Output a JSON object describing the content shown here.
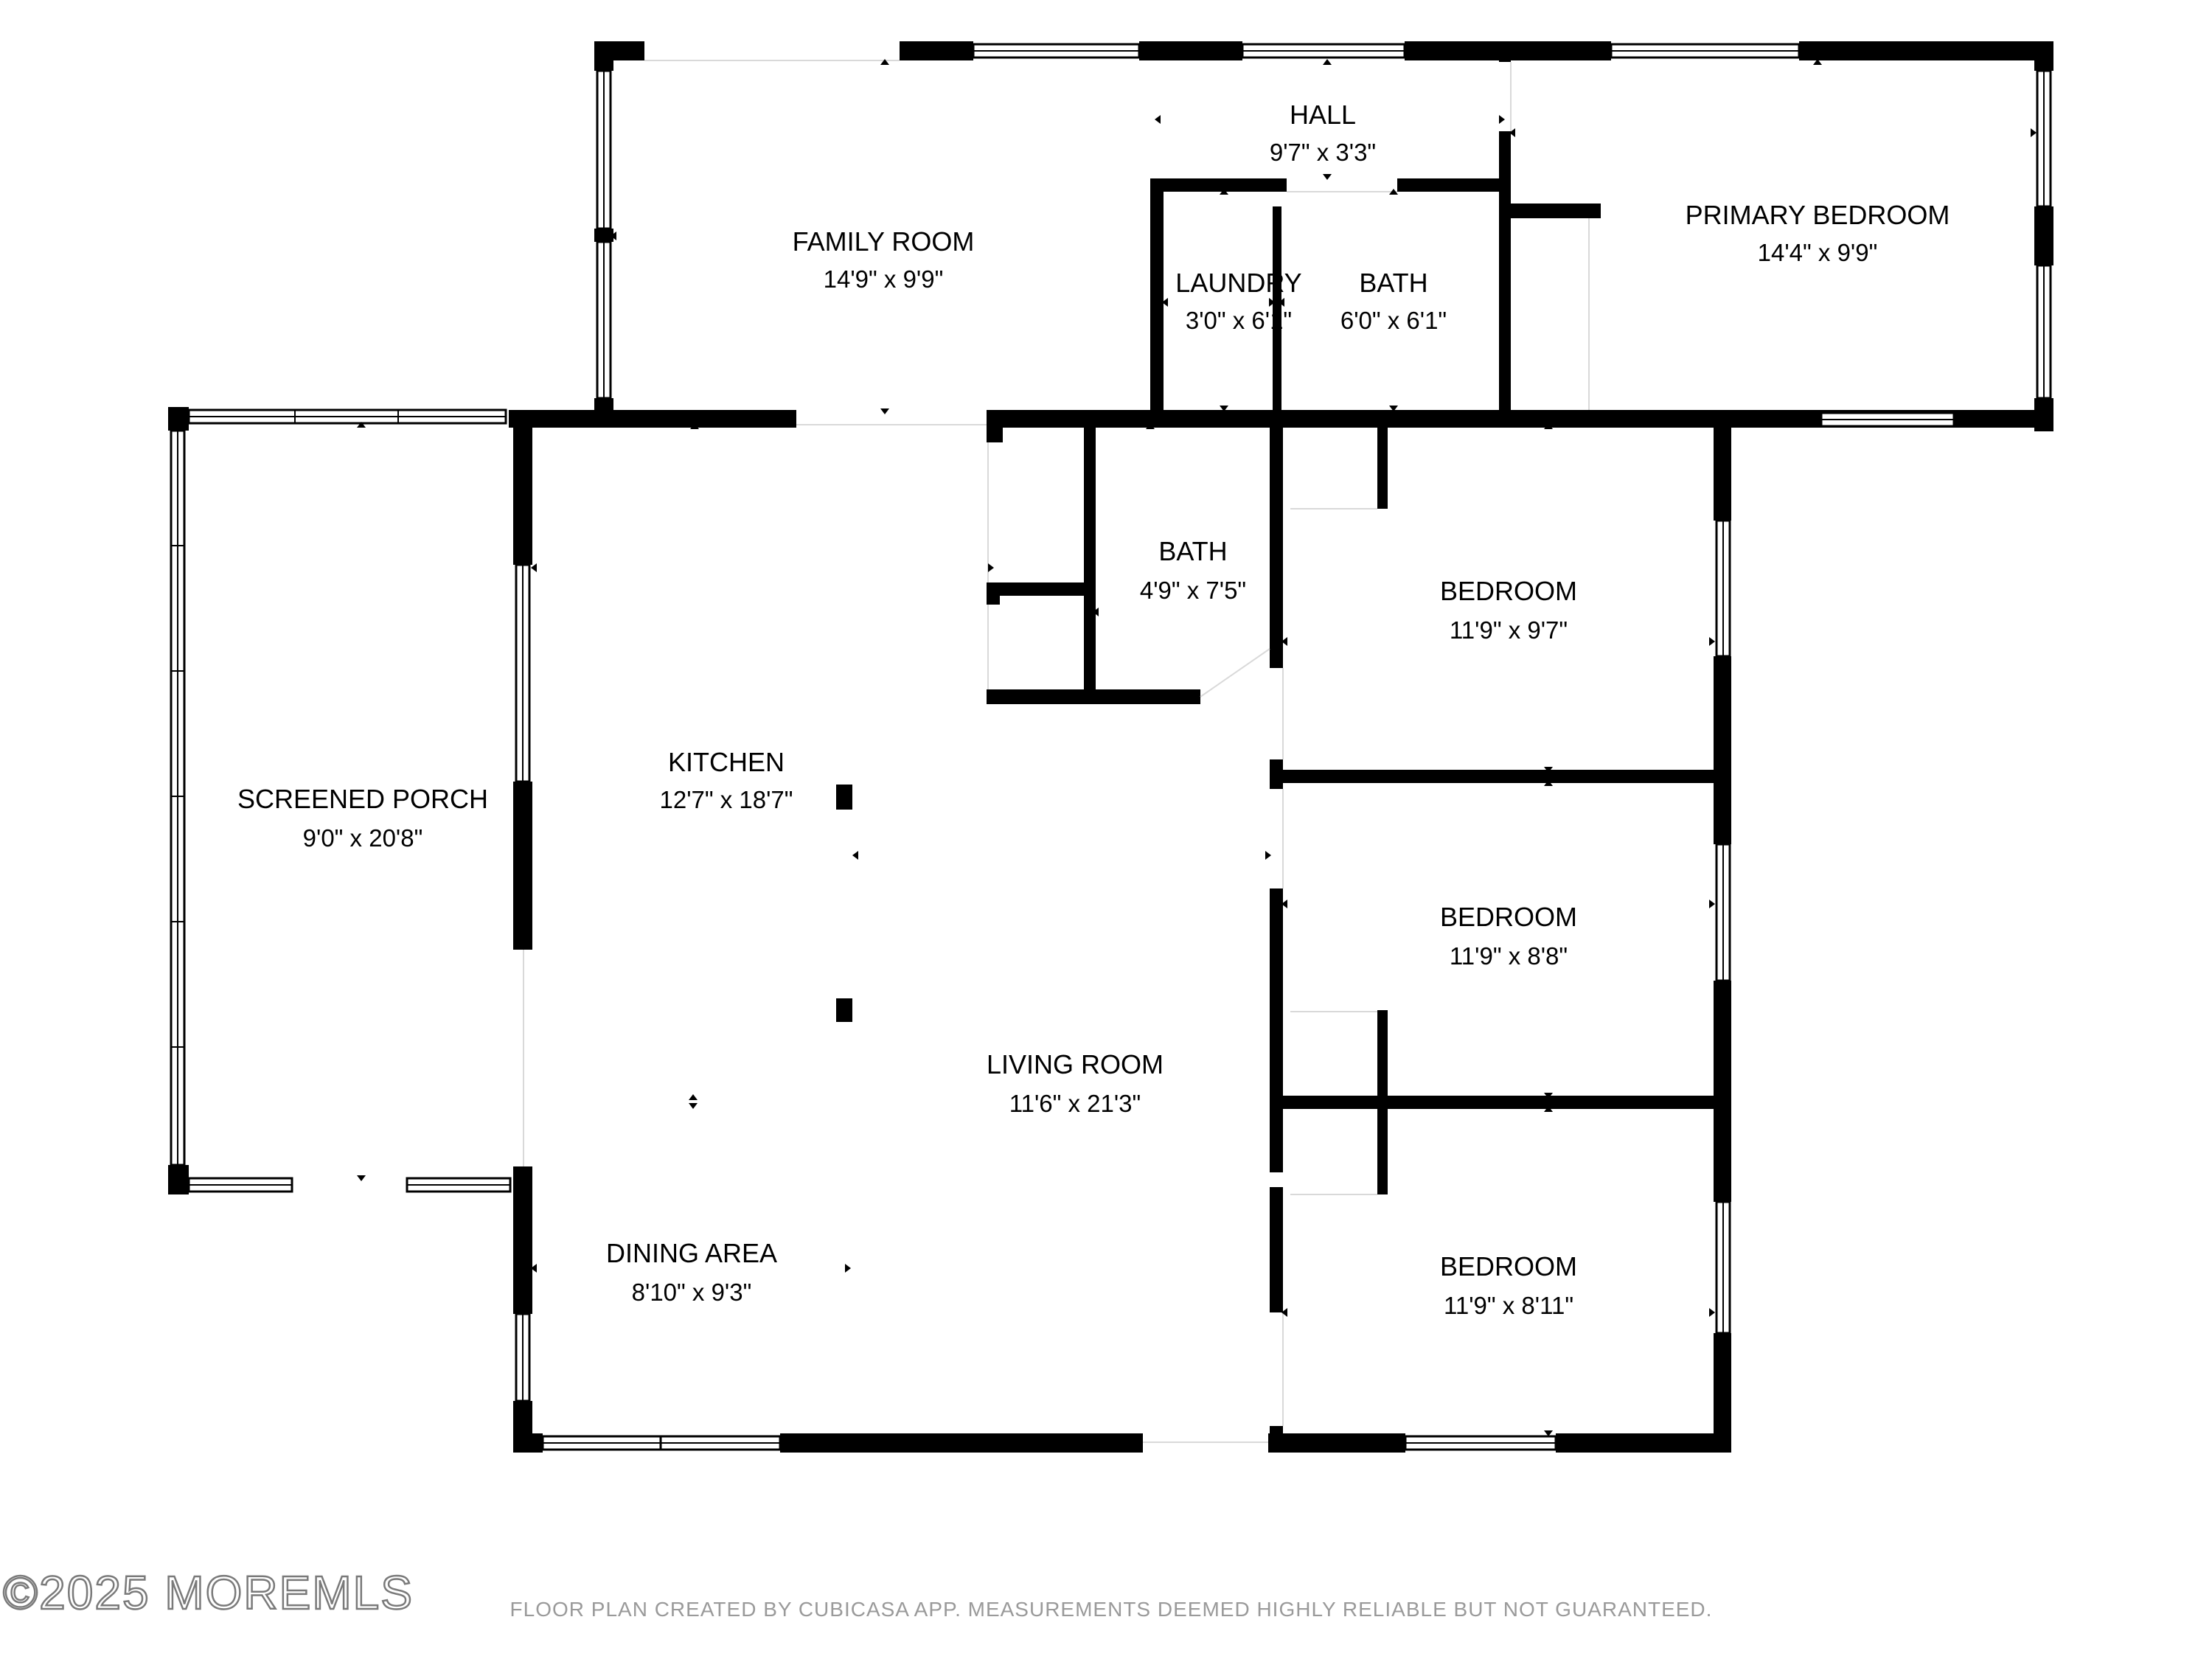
{
  "rooms": [
    {
      "name": "FAMILY ROOM",
      "dims": "14'9\" x 9'9\""
    },
    {
      "name": "HALL",
      "dims": "9'7\" x 3'3\""
    },
    {
      "name": "PRIMARY BEDROOM",
      "dims": "14'4\" x 9'9\""
    },
    {
      "name": "LAUNDRY",
      "dims": "3'0\" x 6'1\""
    },
    {
      "name": "BATH",
      "dims": "6'0\" x 6'1\""
    },
    {
      "name": "BATH",
      "dims": "4'9\" x 7'5\""
    },
    {
      "name": "BEDROOM",
      "dims": "11'9\" x 9'7\""
    },
    {
      "name": "KITCHEN",
      "dims": "12'7\" x 18'7\""
    },
    {
      "name": "SCREENED PORCH",
      "dims": "9'0\" x 20'8\""
    },
    {
      "name": "BEDROOM",
      "dims": "11'9\" x 8'8\""
    },
    {
      "name": "LIVING ROOM",
      "dims": "11'6\" x 21'3\""
    },
    {
      "name": "DINING AREA",
      "dims": "8'10\" x 9'3\""
    },
    {
      "name": "BEDROOM",
      "dims": "11'9\" x 8'11\""
    }
  ],
  "copyright": "©2025 MOREMLS",
  "disclaimer": "FLOOR PLAN CREATED BY CUBICASA APP. MEASUREMENTS DEEMED HIGHLY RELIABLE BUT NOT GUARANTEED."
}
